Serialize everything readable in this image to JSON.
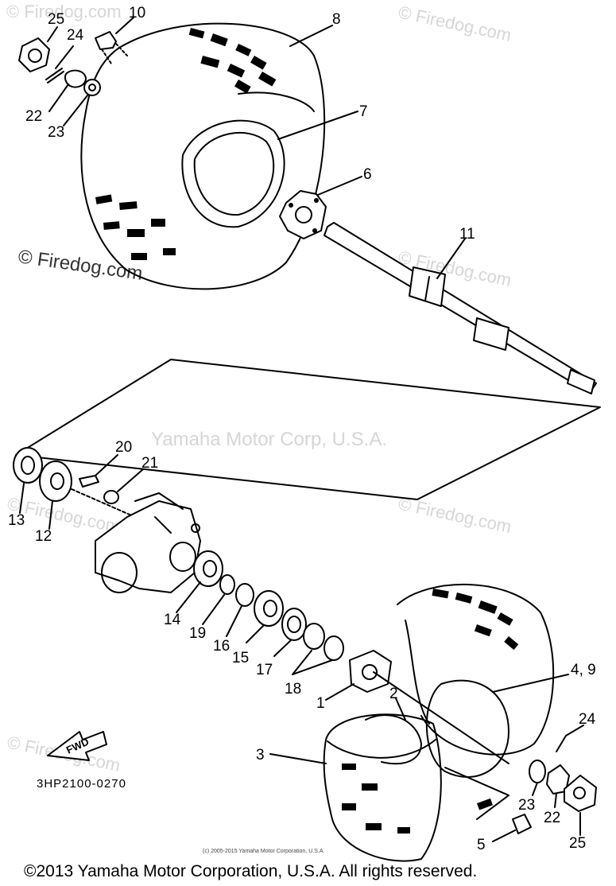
{
  "watermarks": {
    "firedog": "© Firedog.com",
    "yamaha": "Yamaha Motor Corp, U.S.A."
  },
  "callouts": {
    "c25_top": "25",
    "c10": "10",
    "c24_top": "24",
    "c22_top": "22",
    "c23_top": "23",
    "c8": "8",
    "c7": "7",
    "c6": "6",
    "c11": "11",
    "c20": "20",
    "c21": "21",
    "c13": "13",
    "c12": "12",
    "c14": "14",
    "c19": "19",
    "c16": "16",
    "c15": "15",
    "c17": "17",
    "c18": "18",
    "c1": "1",
    "c2": "2",
    "c4_9": "4, 9",
    "c24_bot": "24",
    "c3": "3",
    "c23_bot": "23",
    "c22_bot": "22",
    "c25_bot": "25",
    "c5": "5"
  },
  "fwd_label": "FWD",
  "part_code": "3HP2100-0270",
  "small_copyright": "(c) 2005-2015 Yamaha Motor Corporation, U.S.A.",
  "footer_copyright": "©2013 Yamaha Motor Corporation, U.S.A. All rights reserved."
}
